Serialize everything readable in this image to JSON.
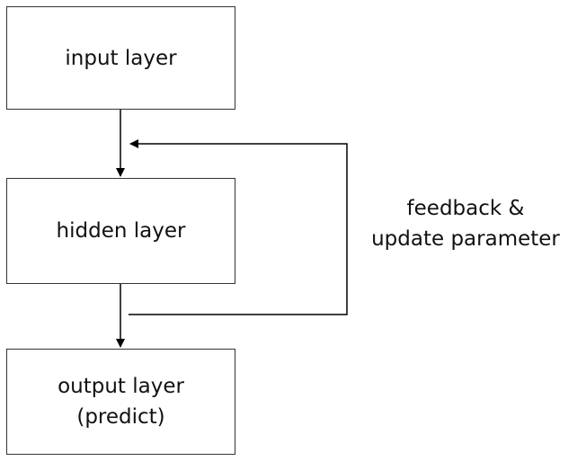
{
  "diagram": {
    "nodes": {
      "input": {
        "label": "input layer"
      },
      "hidden": {
        "label": "hidden layer"
      },
      "output": {
        "line1": "output layer",
        "line2": "(predict)"
      }
    },
    "feedback": {
      "line1": "feedback &",
      "line2": "update parameter"
    },
    "colors": {
      "stroke": "#000000",
      "border": "#333333",
      "text": "#111111",
      "background": "#ffffff"
    }
  }
}
